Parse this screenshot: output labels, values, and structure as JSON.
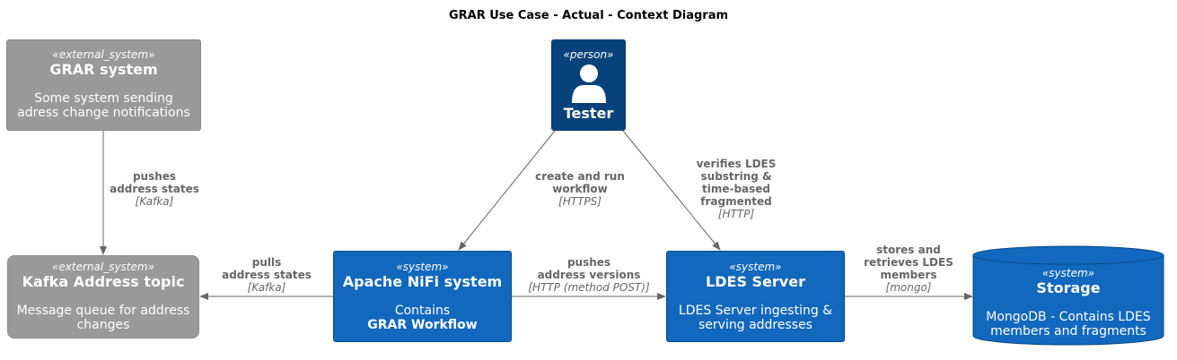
{
  "title": "GRAR Use Case - Actual - Context Diagram",
  "colors": {
    "external_system": "#999999",
    "system": "#1168bd",
    "person": "#08427b",
    "edge": "#666666"
  },
  "nodes": {
    "grar": {
      "stereotype": "«external_system»",
      "name": "GRAR system",
      "description_lines": [
        "Some system sending",
        "adress change notifications"
      ]
    },
    "tester": {
      "stereotype": "«person»",
      "name": "Tester",
      "icon": "person-icon"
    },
    "kafka": {
      "stereotype": "«external_system»",
      "name": "Kafka Address topic",
      "description_lines": [
        "Message queue for address",
        "changes"
      ]
    },
    "nifi": {
      "stereotype": "«system»",
      "name": "Apache NiFi system",
      "description_line1": "Contains",
      "description_bold": "GRAR Workflow"
    },
    "ldes": {
      "stereotype": "«system»",
      "name": "LDES Server",
      "description_lines": [
        "LDES Server ingesting &",
        "serving addresses"
      ]
    },
    "storage": {
      "stereotype": "«system»",
      "name": "Storage",
      "description_lines": [
        "MongoDB - Contains LDES",
        "members and fragments"
      ]
    }
  },
  "edges": {
    "grar_kafka": {
      "lines": [
        "pushes",
        "address states"
      ],
      "tech": "[Kafka]"
    },
    "nifi_kafka": {
      "lines": [
        "pulls",
        "address states"
      ],
      "tech": "[Kafka]"
    },
    "tester_nifi": {
      "lines": [
        "create and run",
        "workflow"
      ],
      "tech": "[HTTPS]"
    },
    "tester_ldes": {
      "lines": [
        "verifies LDES",
        "substring &",
        "time-based",
        "fragmented"
      ],
      "tech": "[HTTP]"
    },
    "nifi_ldes": {
      "lines": [
        "pushes",
        "address versions"
      ],
      "tech": "[HTTP (method POST)]"
    },
    "ldes_storage": {
      "lines": [
        "stores and",
        "retrieves LDES",
        "members"
      ],
      "tech": "[mongo]"
    }
  }
}
